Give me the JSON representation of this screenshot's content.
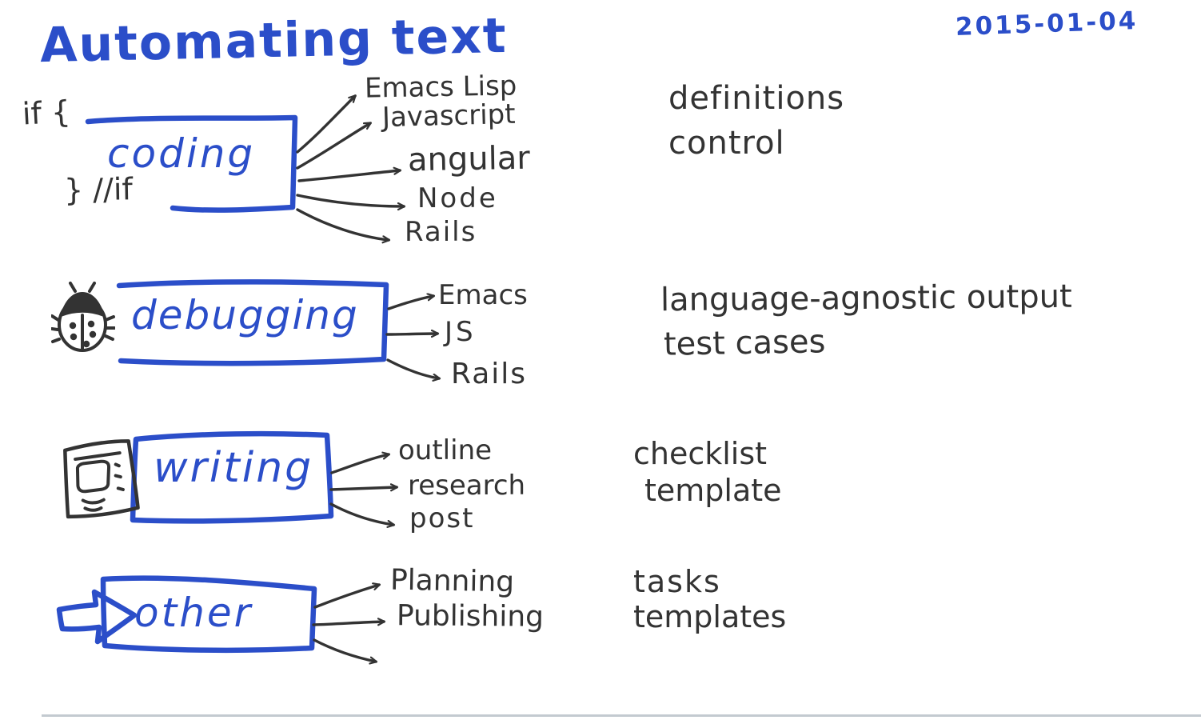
{
  "title": "Automating text",
  "date": "2015-01-04",
  "colors": {
    "blue": "#2b4ec9",
    "ink": "#333333"
  },
  "coding": {
    "label": "coding",
    "code_top": "if {",
    "code_bottom": "} //if",
    "targets": [
      "Emacs Lisp",
      "Javascript",
      "angular",
      "Node",
      "Rails"
    ],
    "notes": [
      "definitions",
      "control"
    ]
  },
  "debugging": {
    "label": "debugging",
    "icon": "bug-icon",
    "targets": [
      "Emacs",
      "JS",
      "Rails"
    ],
    "notes": [
      "language-agnostic output",
      "test cases"
    ]
  },
  "writing": {
    "label": "writing",
    "icon": "document-icon",
    "targets": [
      "outline",
      "research",
      "post"
    ],
    "notes": [
      "checklist",
      "template"
    ]
  },
  "other": {
    "label": "other",
    "icon": "block-arrow-icon",
    "targets": [
      "Planning",
      "Publishing"
    ],
    "notes": [
      "tasks",
      "templates"
    ]
  }
}
